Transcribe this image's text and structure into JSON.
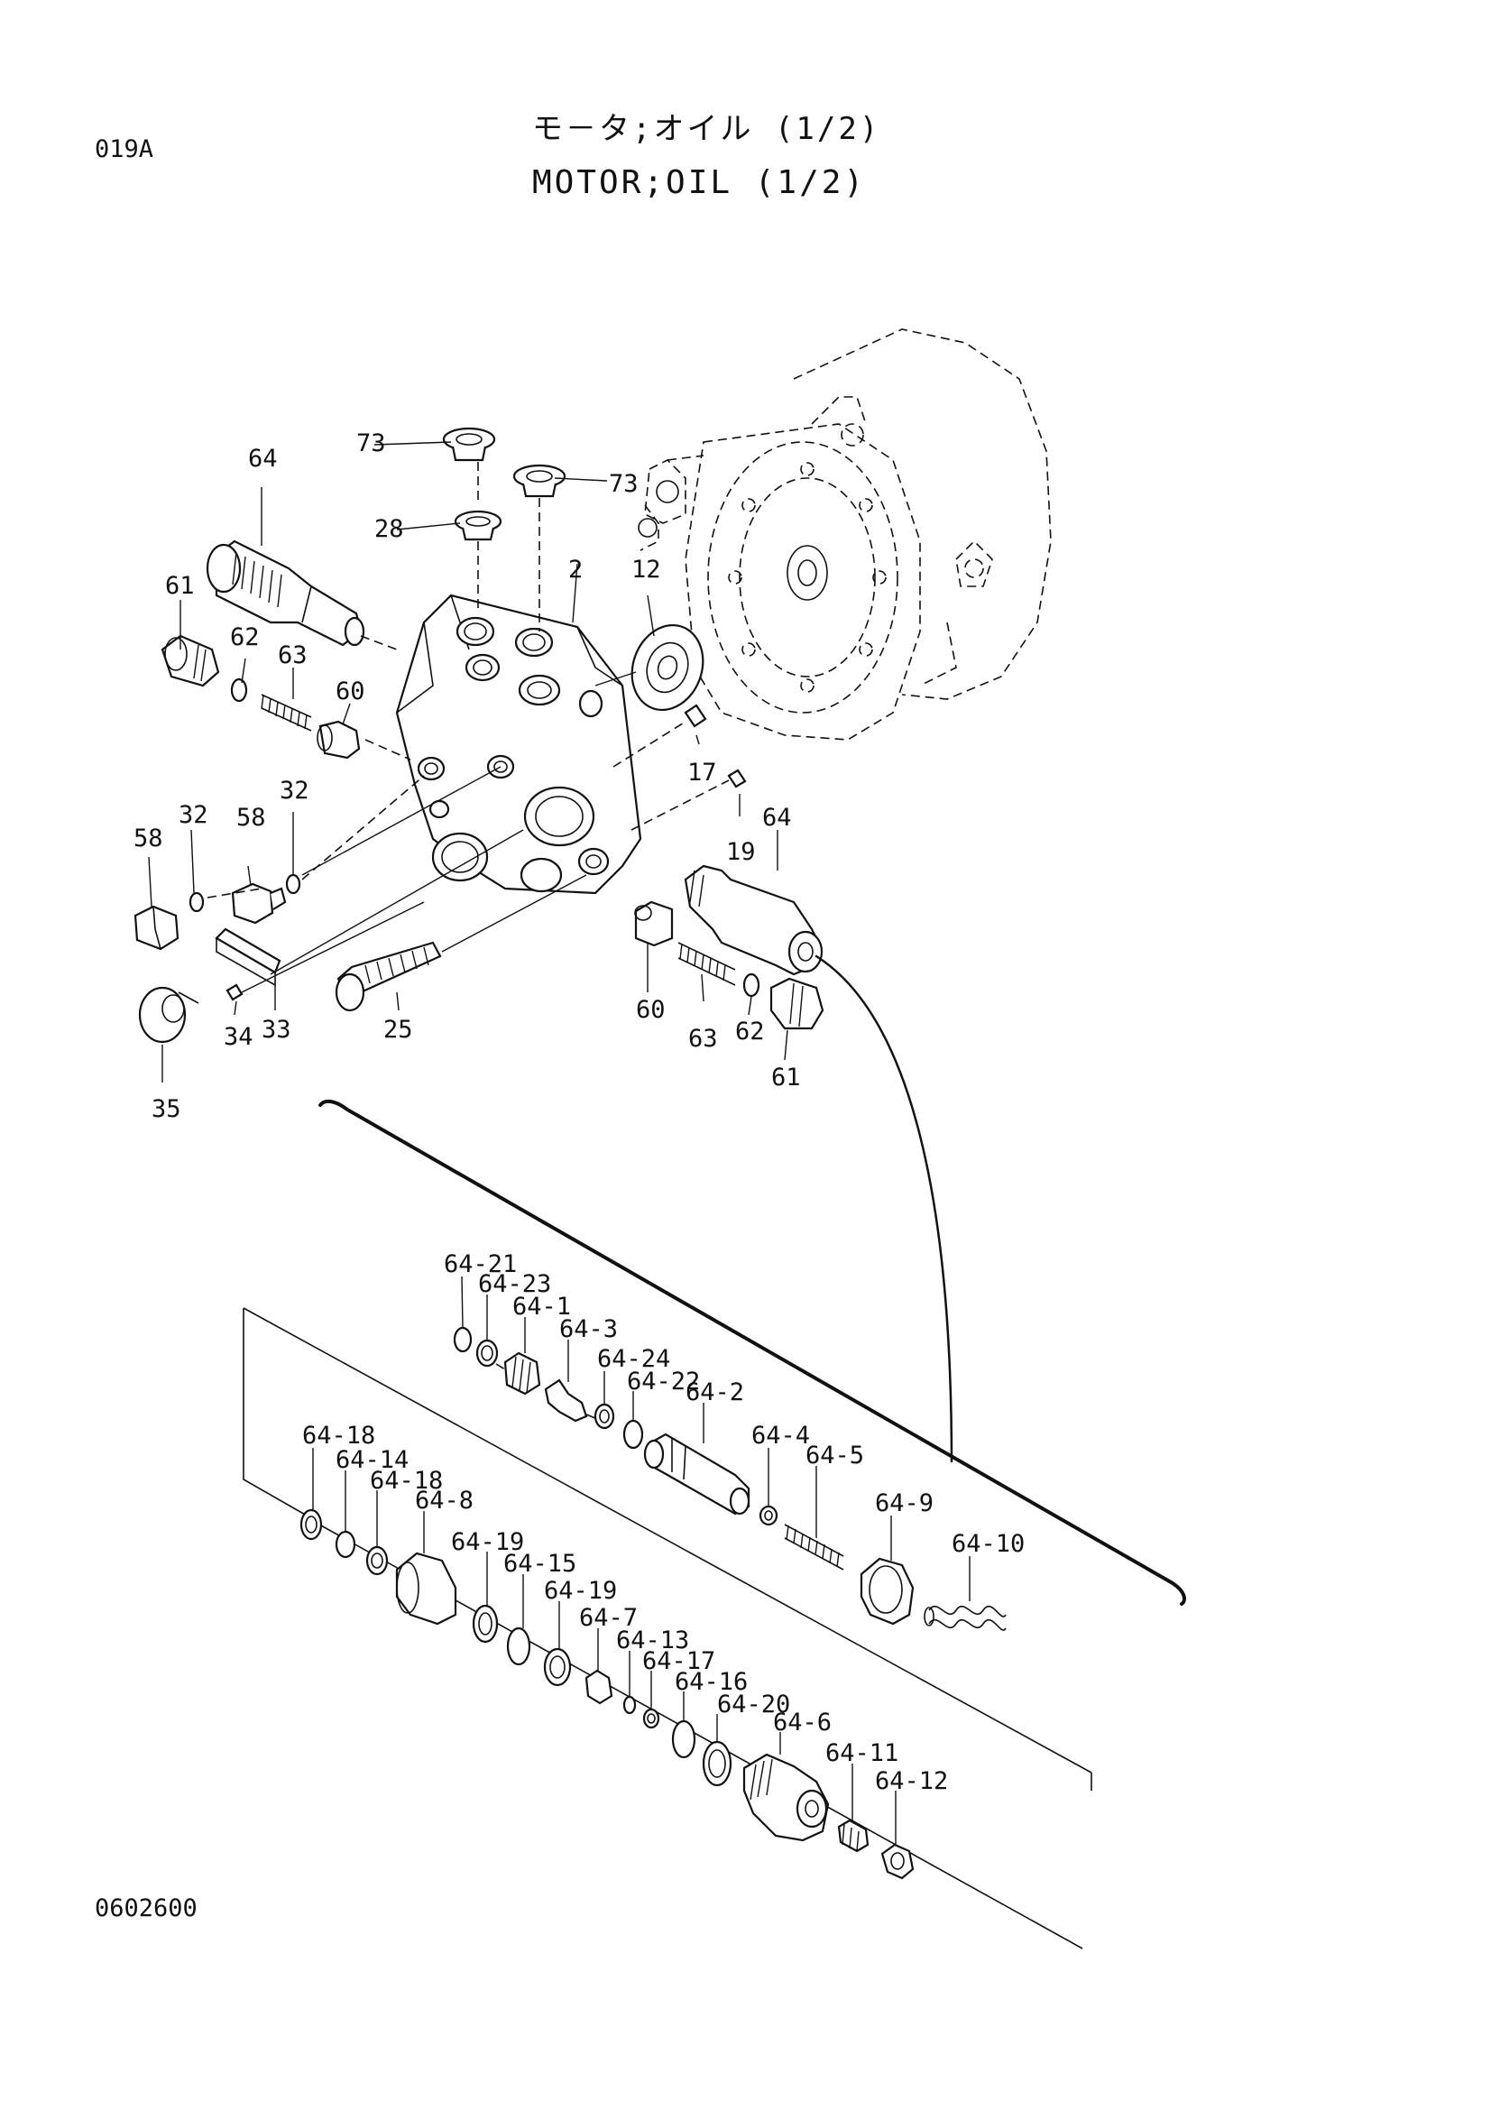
{
  "header": {
    "page_code": "019A",
    "title_jp": "モ－タ;オイル (1/2)",
    "title_en": "MOTOR;OIL (1/2)"
  },
  "footer": {
    "drawing_number": "0602600"
  },
  "callouts": {
    "c73a": "73",
    "c73b": "73",
    "c28": "28",
    "c64a": "64",
    "c2": "2",
    "c12": "12",
    "c61a": "61",
    "c62a": "62",
    "c63a": "63",
    "c60a": "60",
    "c17": "17",
    "c19": "19",
    "c64b": "64",
    "c58a": "58",
    "c32a": "32",
    "c58b": "58",
    "c32b": "32",
    "c34": "34",
    "c33": "33",
    "c35": "35",
    "c25": "25",
    "c60b": "60",
    "c63b": "63",
    "c62b": "62",
    "c61b": "61",
    "s21": "64-21",
    "s23": "64-23",
    "s1": "64-1",
    "s3": "64-3",
    "s24": "64-24",
    "s22": "64-22",
    "s2": "64-2",
    "s4": "64-4",
    "s5": "64-5",
    "s9": "64-9",
    "s10": "64-10",
    "s18a": "64-18",
    "s14": "64-14",
    "s18b": "64-18",
    "s8": "64-8",
    "s19a": "64-19",
    "s15": "64-15",
    "s19b": "64-19",
    "s7": "64-7",
    "s13": "64-13",
    "s17": "64-17",
    "s16": "64-16",
    "s20": "64-20",
    "s6": "64-6",
    "s11": "64-11",
    "s12": "64-12"
  }
}
